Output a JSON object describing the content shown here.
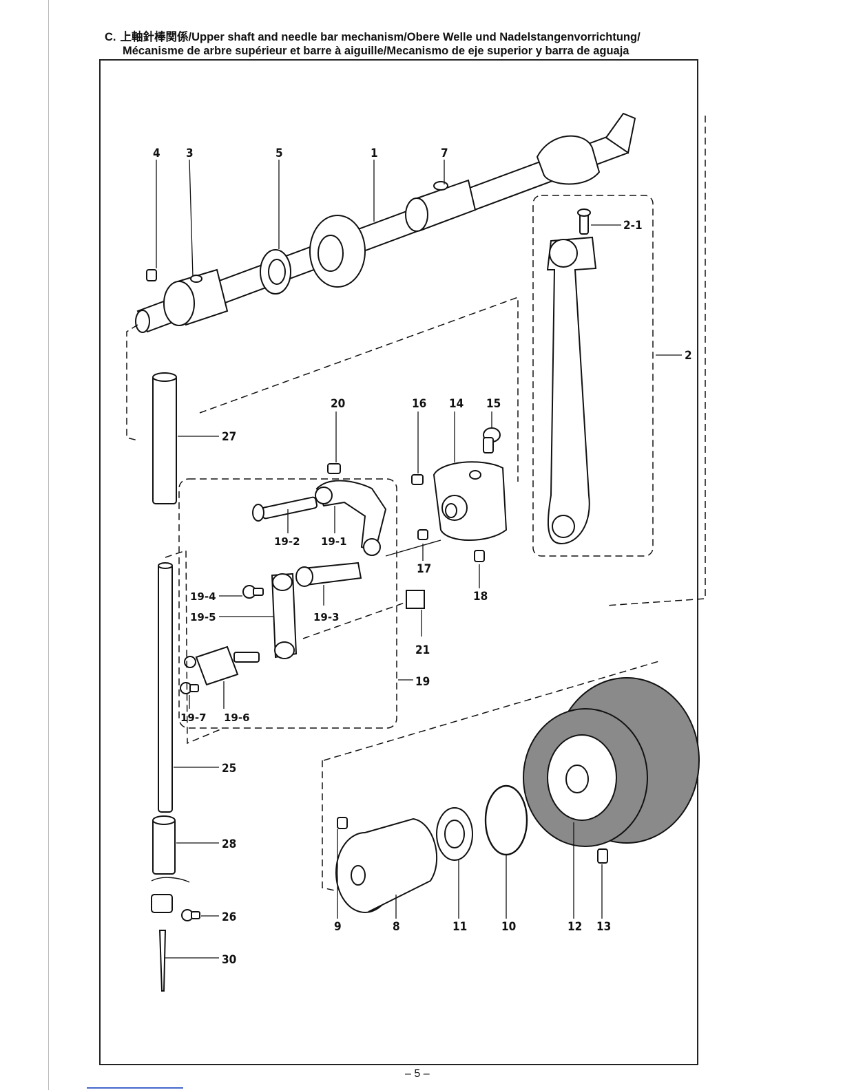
{
  "header": {
    "prefix": "C.",
    "line1": "上軸針棒関係/Upper shaft and needle bar mechanism/Obere Welle und Nadelstangenvorrichtung/",
    "line2": "Mécanisme de arbre supérieur et barre à aiguille/Mecanismo de eje superior y barra de aguaja"
  },
  "labels": {
    "p1": "1",
    "p2": "2",
    "p2_1": "2-1",
    "p3": "3",
    "p4": "4",
    "p5": "5",
    "p7": "7",
    "p8": "8",
    "p9": "9",
    "p10": "10",
    "p11": "11",
    "p12": "12",
    "p13": "13",
    "p14": "14",
    "p15": "15",
    "p16": "16",
    "p17": "17",
    "p18": "18",
    "p19": "19",
    "p19_1": "19-1",
    "p19_2": "19-2",
    "p19_3": "19-3",
    "p19_4": "19-4",
    "p19_5": "19-5",
    "p19_6": "19-6",
    "p19_7": "19-7",
    "p20": "20",
    "p21": "21",
    "p25": "25",
    "p26": "26",
    "p27": "27",
    "p28": "28",
    "p30": "30"
  },
  "footer": {
    "page": "– 5 –"
  }
}
